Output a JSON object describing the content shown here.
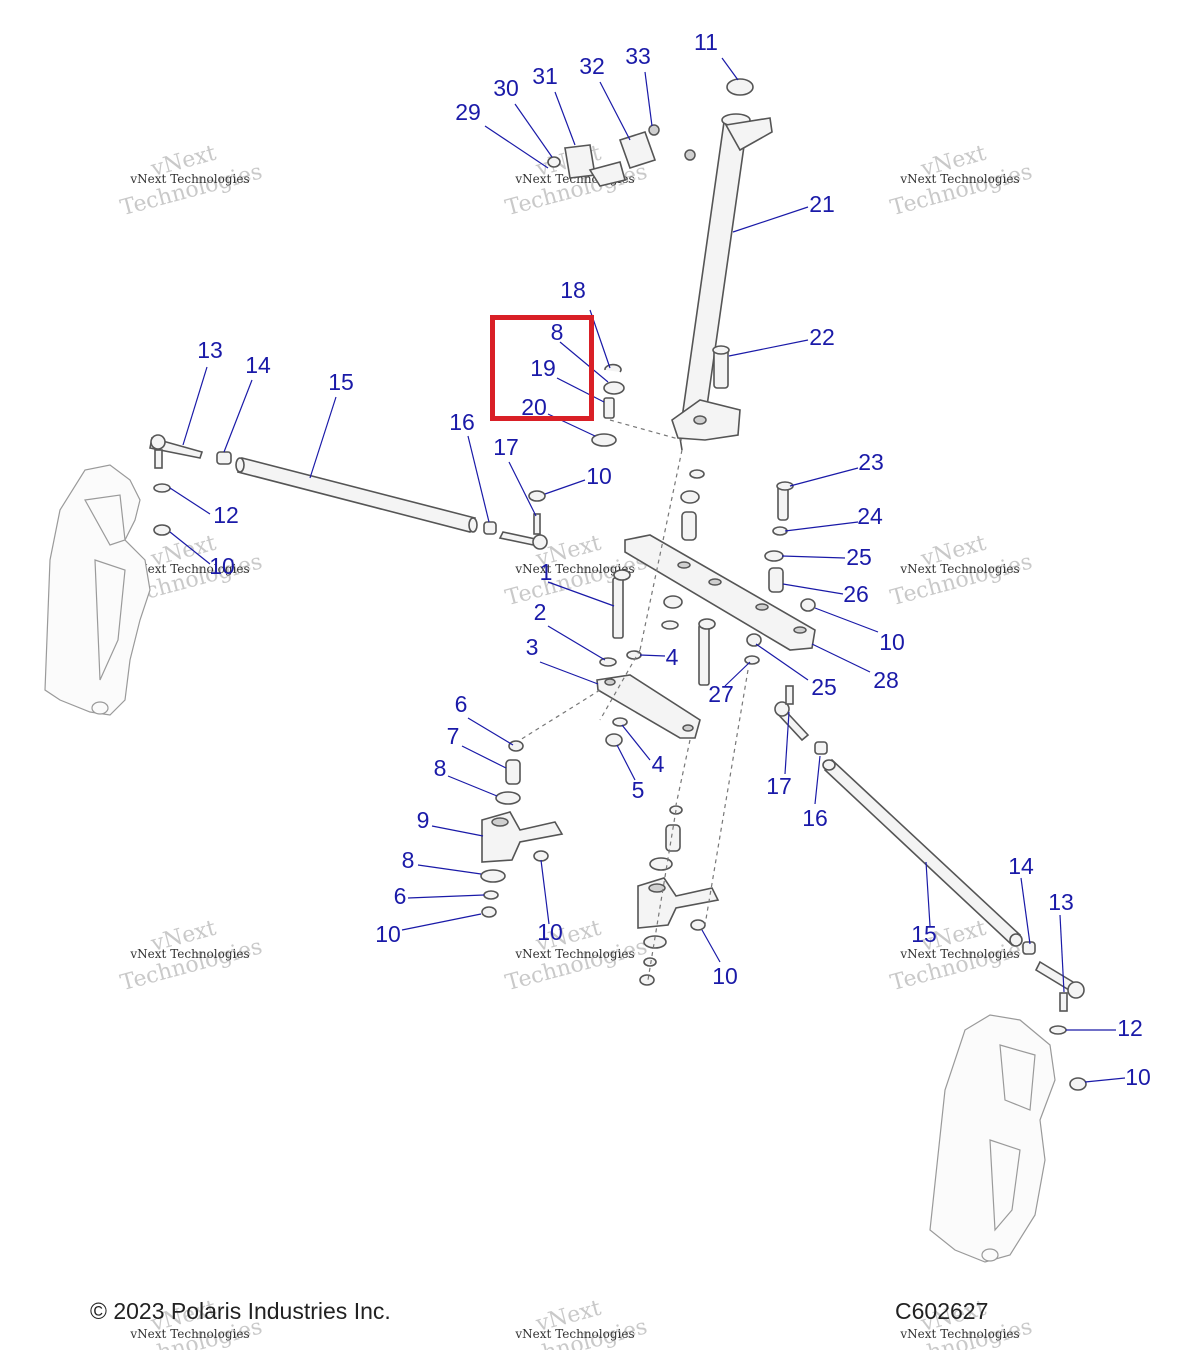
{
  "footer": {
    "copyright": "© 2023 Polaris Industries Inc.",
    "diagram_code": "C602627"
  },
  "watermark": {
    "line1": "vNext",
    "line2": "Technologies",
    "line3": "vNext Technologies"
  },
  "callouts": [
    "11",
    "33",
    "32",
    "31",
    "30",
    "29",
    "21",
    "18",
    "8",
    "19",
    "20",
    "22",
    "13",
    "14",
    "15",
    "16",
    "17",
    "10",
    "12",
    "10",
    "23",
    "24",
    "25",
    "26",
    "10",
    "1",
    "2",
    "4",
    "3",
    "27",
    "25",
    "28",
    "6",
    "7",
    "8",
    "4",
    "5",
    "17",
    "16",
    "9",
    "8",
    "6",
    "10",
    "10",
    "10",
    "15",
    "14",
    "13",
    "12",
    "10"
  ],
  "colors": {
    "callout": "#1a1aa8",
    "highlight": "#d91f26"
  }
}
